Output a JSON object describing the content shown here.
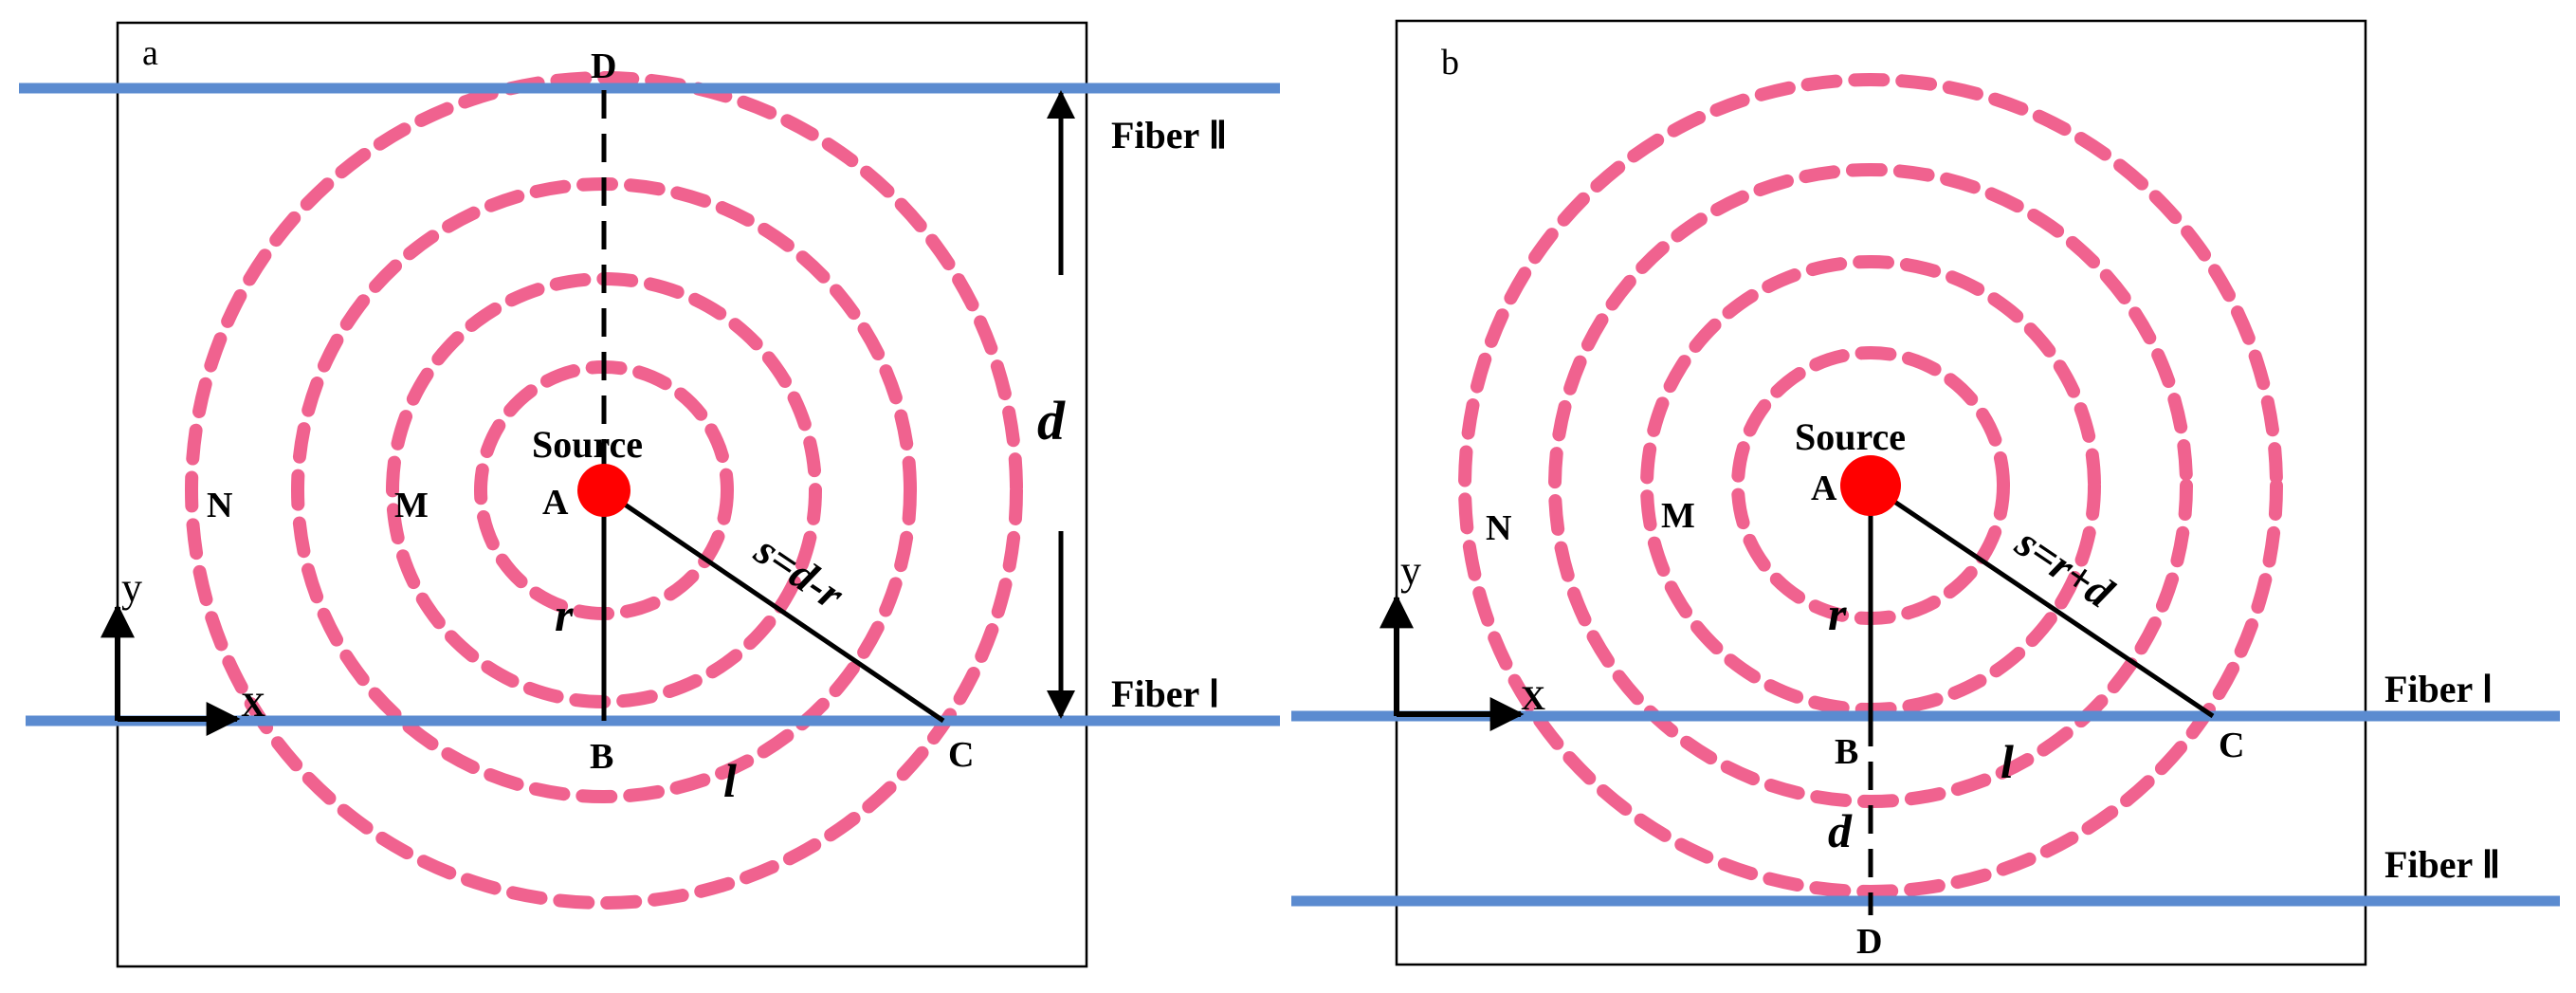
{
  "panels": [
    {
      "id": "a",
      "panel_label": "a",
      "source_label": "Source",
      "point_a": "A",
      "point_b": "B",
      "point_c": "C",
      "point_d": "D",
      "ring_m": "M",
      "ring_n": "N",
      "axis_y": "y",
      "axis_x": "X",
      "var_r": "r",
      "var_l": "l",
      "var_d": "d",
      "s_formula": "s=d-r",
      "fiber_top": "Fiber  Ⅱ",
      "fiber_bottom": "Fiber  Ⅰ"
    },
    {
      "id": "b",
      "panel_label": "b",
      "source_label": "Source",
      "point_a": "A",
      "point_b": "B",
      "point_c": "C",
      "point_d": "D",
      "ring_m": "M",
      "ring_n": "N",
      "axis_y": "y",
      "axis_x": "X",
      "var_r": "r",
      "var_l": "l",
      "var_d": "d",
      "s_formula": "s=r+d",
      "fiber_top": "Fiber  Ⅰ",
      "fiber_bottom": "Fiber  Ⅱ"
    }
  ],
  "colors": {
    "fiber": "#5b8bd0",
    "wave_ring": "#f0628f",
    "source": "#ff0000",
    "line": "#000000"
  }
}
